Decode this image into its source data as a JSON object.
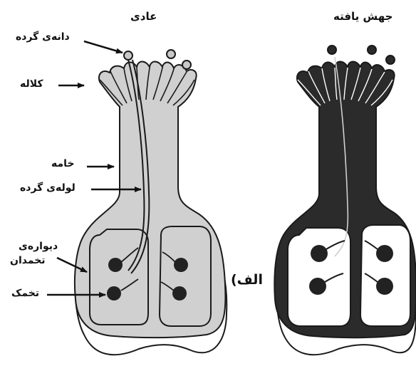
{
  "titles": {
    "normal": "عادی",
    "mutant": "جهش یافته"
  },
  "labels": {
    "pollen_grain": "دانه‌ی گرده",
    "stigma": "کلاله",
    "style": "خامه",
    "pollen_tube": "لوله‌ی گرده",
    "ovary_wall_line1": "دیواره‌ی",
    "ovary_wall_line2": "تخمدان",
    "ovule": "تخمک"
  },
  "panel_label": "الف)",
  "colors": {
    "normal_fill": "#d0d0d0",
    "mutant_fill": "#2b2b2b",
    "outline": "#1a1a1a",
    "pollen_grain": "#c8c8c8",
    "ovule": "#222222"
  }
}
